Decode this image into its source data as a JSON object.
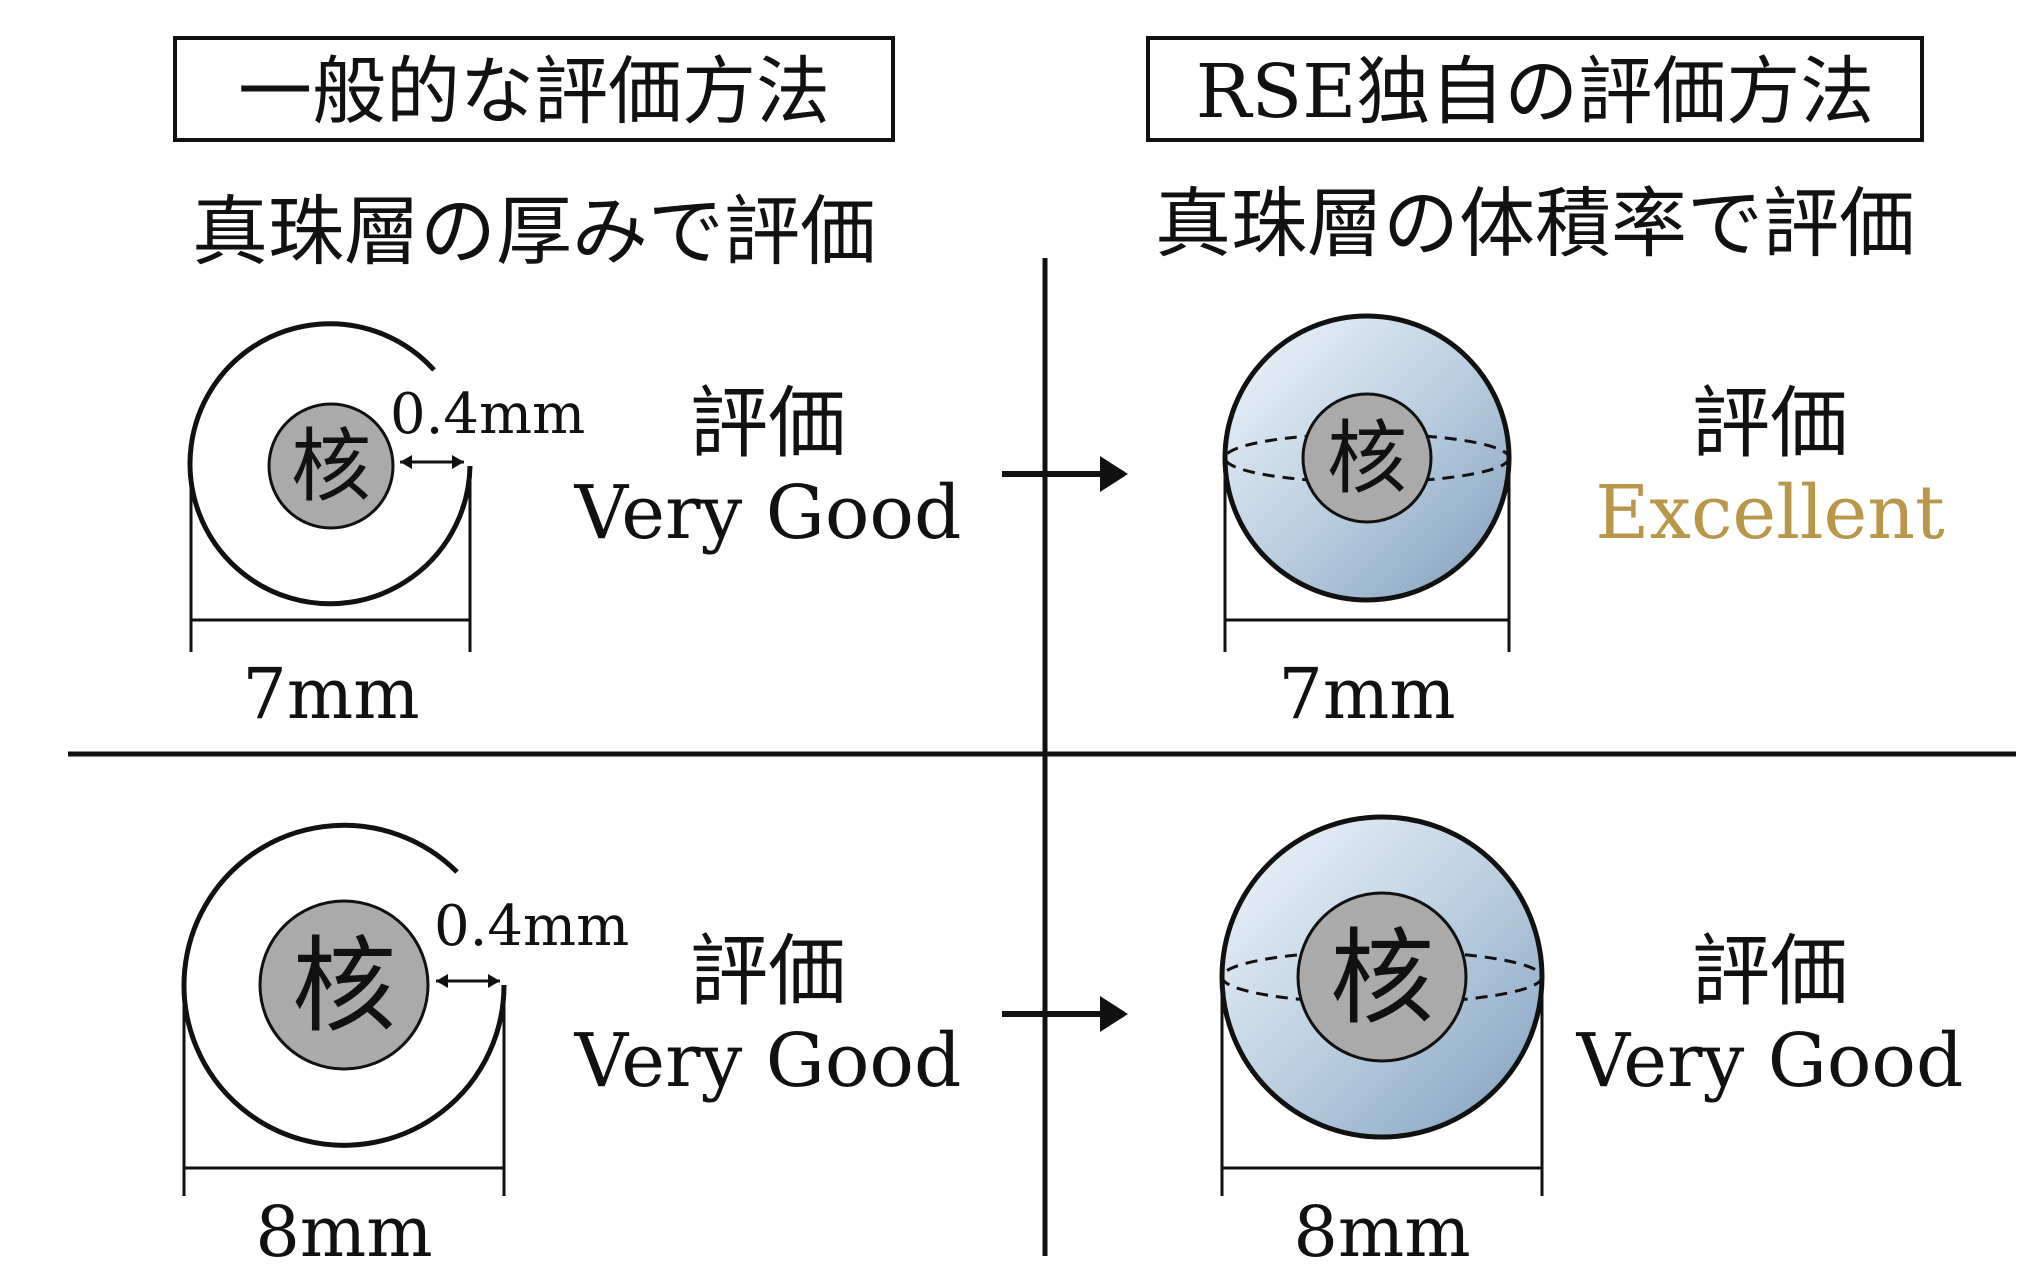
{
  "headers": {
    "left_method": "一般的な評価方法",
    "right_method": "RSE独自の評価方法",
    "left_subtitle": "真珠層の厚みで評価",
    "right_subtitle": "真珠層の体積率で評価"
  },
  "nucleus_label": "核",
  "rows": [
    {
      "thickness": "0.4mm",
      "left_diameter": "7mm",
      "right_diameter": "7mm",
      "left_rating_label": "評価",
      "left_rating_value": "Very Good",
      "right_rating_label": "評価",
      "right_rating_value": "Excellent"
    },
    {
      "thickness": "0.4mm",
      "left_diameter": "8mm",
      "right_diameter": "8mm",
      "left_rating_label": "評価",
      "left_rating_value": "Very Good",
      "right_rating_label": "評価",
      "right_rating_value": "Very Good"
    }
  ],
  "colors": {
    "line": "#111111",
    "nucleus_fill": "#aaaaaa",
    "pearl_light": "#f2f7fc",
    "pearl_dark": "#8aaac4",
    "excellent": "#b8964a",
    "text": "#111111"
  }
}
